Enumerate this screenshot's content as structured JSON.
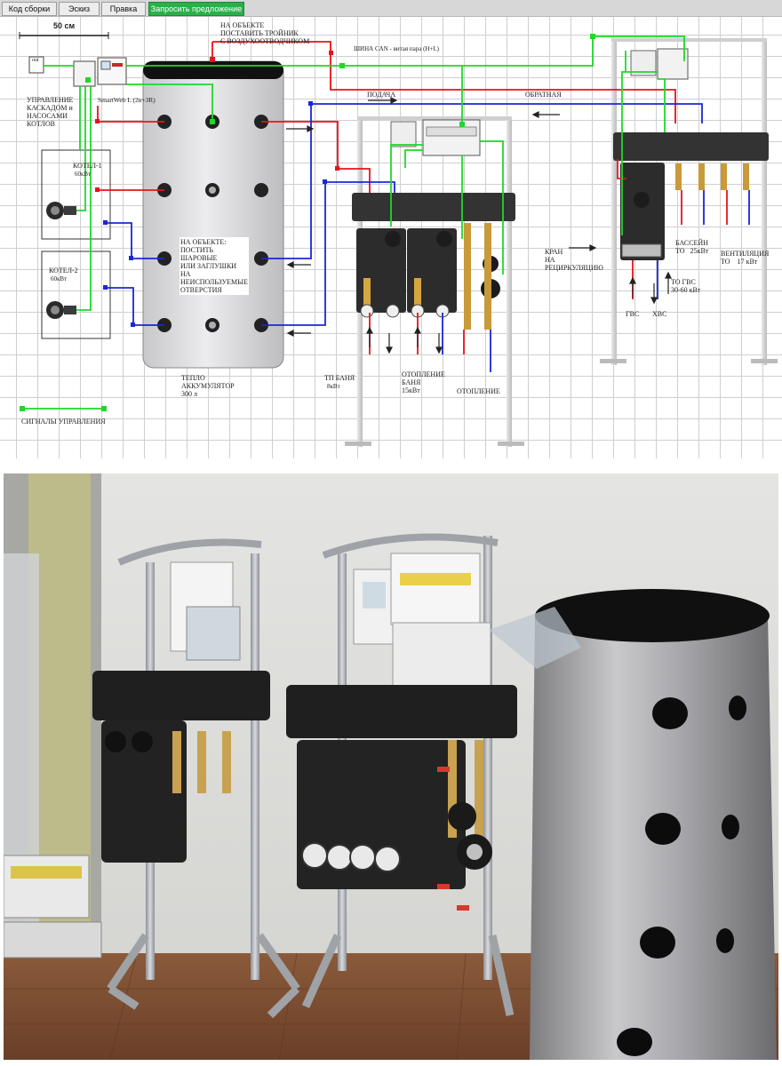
{
  "tabs": [
    "Код сборки",
    "Эскиз",
    "Правка",
    "Запросить предложение"
  ],
  "scale_label": "50 см",
  "labels": {
    "tee_note": "НА ОБЪЕКТЕ\nПОСТАВИТЬ ТРОЙНИК\nС ВОЗДУХООТВОДЧИКОМ",
    "can_bus": "ШИНА CAN - витая пара (H+L)",
    "controller": "SmartWeb L (2в+3R)",
    "cascade": "УПРАВЛЕНИЕ\nКАСКАДОМ и\nНАСОСАМИ\nКОТЛОВ",
    "boiler1_name": "КОТЕЛ-1",
    "boiler1_power": "60кВт",
    "boiler2_name": "КОТЕЛ-2",
    "boiler2_power": "60кВт",
    "supply": "ПОДАЧА",
    "return": "ОБРАТНАЯ",
    "valves_note": "НА ОБЪЕКТЕ:\nПОСТИТЬ\nШАРОВЫЕ\nИЛИ ЗАГЛУШКИ\nНА\nНЕИСПОЛЬЗУЕМЫЕ\nОТВЕРСТИЯ",
    "accumulator": "ТЕПЛО\nАККУМУЛЯТОР\n300 л",
    "tp_bath_name": "ТП БАНЯ",
    "tp_bath_power": "8кВт",
    "heating_bath": "ОТОПЛЕНИЕ\nБАНЯ\n15кВт",
    "heating": "ОТОПЛЕНИЕ",
    "recirc": "КРАН\nНА\nРЕЦИРКУЛЯЦИЮ",
    "pool": "БАССЕЙН\nТО   25кВт",
    "ventilation": "ВЕНТИЛЯЦИЯ\nТО    17 кВт",
    "dhw_hx": "ТО ГВС\n30-60 кВт",
    "gvs": "ГВС",
    "hvs": "ХВС",
    "signals": "СИГНАЛЫ УПРАВЛЕНИЯ",
    "out": "out"
  },
  "colors": {
    "supply_line": "#e8121b",
    "return_line": "#1a27d6",
    "signal_line": "#1fd82a",
    "active_tab": "#29b04a",
    "tank": "#e5e5e6"
  }
}
